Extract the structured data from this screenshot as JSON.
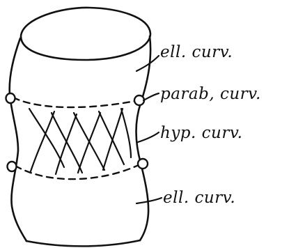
{
  "labels": {
    "top": "ell. curv.",
    "upper_ring": "parab, curv.",
    "middle": "hyp. curv.",
    "bottom": "ell. curv."
  },
  "ink_color": "#111111",
  "background_color": "#ffffff"
}
